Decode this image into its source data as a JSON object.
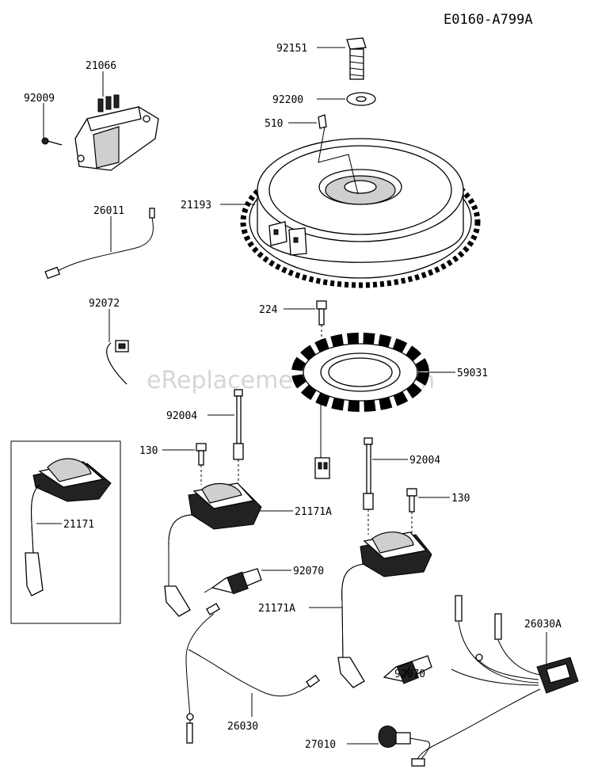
{
  "diagram_code": "E0160-A799A",
  "watermark": "eReplacementParts.com",
  "callouts": {
    "p21066": "21066",
    "p92009": "92009",
    "p26011": "26011",
    "p92072": "92072",
    "p92151": "92151",
    "p92200": "92200",
    "p510": "510",
    "p21193": "21193",
    "p224": "224",
    "p59031": "59031",
    "p92004_left": "92004",
    "p130_left": "130",
    "p21171A_left": "21171A",
    "p92070_left": "92070",
    "p21171": "21171",
    "p92004_right": "92004",
    "p130_right": "130",
    "p21171A_right": "21171A",
    "p92070_right": "92070",
    "p26030A": "26030A",
    "p26030": "26030",
    "p27010": "27010"
  }
}
